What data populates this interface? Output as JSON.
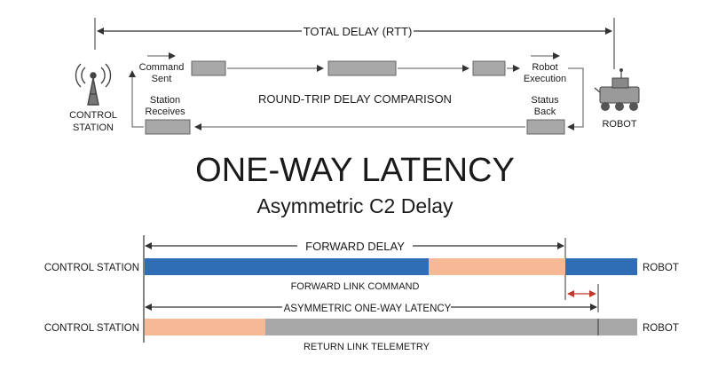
{
  "top": {
    "total_delay": "TOTAL DELAY (RTT)",
    "comparison_title": "ROUND-TRIP DELAY COMPARISON",
    "command_sent": [
      "Command",
      "Sent"
    ],
    "robot_execution": [
      "Robot",
      "Execution"
    ],
    "station_receives": [
      "Station",
      "Receives"
    ],
    "status_back": [
      "Status",
      "Back"
    ],
    "control_station": [
      "CONTROL",
      "STATION"
    ],
    "robot": "ROBOT"
  },
  "title": {
    "main": "ONE-WAY LATENCY",
    "sub": "Asymmetric C2 Delay"
  },
  "bottom": {
    "forward_delay": "FORWARD DELAY",
    "asym_latency": "ASYMMETRIC ONE-WAY LATENCY",
    "forward_label": "FORWARD LINK COMMAND",
    "return_label": "RETURN LINK TELEMETRY",
    "left_station": "CONTROL STATION",
    "right_robot": "ROBOT"
  },
  "colors": {
    "blue": "#2f6db5",
    "peach": "#f7b896",
    "gray": "#a8a8a8",
    "line": "#333333"
  }
}
